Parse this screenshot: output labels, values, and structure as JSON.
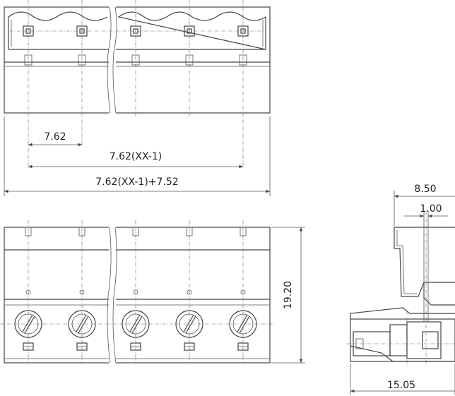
{
  "dimensions": {
    "pitch": "7.62",
    "span": "7.62(XX-1)",
    "total_length": "7.62(XX-1)+7.52",
    "side_width_top": "8.50",
    "side_offset": "1.00",
    "height": "19.20",
    "side_depth": "15.05"
  },
  "pole_count_visible": 5
}
